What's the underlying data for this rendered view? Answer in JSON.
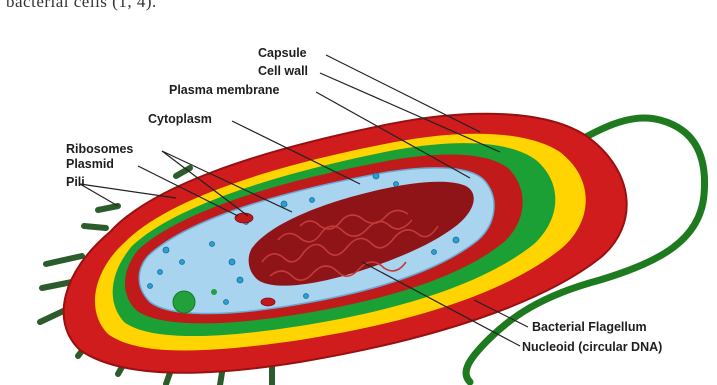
{
  "header": {
    "clipped_text": "bacterial cells (1, 4)."
  },
  "colors": {
    "capsule": "#d01c1c",
    "cell_wall": "#ffd400",
    "plasma_membrane": "#1aa034",
    "cytoplasm": "#a8d4ef",
    "nucleoid": "#8e1418",
    "flagellum": "#1e7a1e",
    "pili": "#2c5c2c",
    "leader_line": "#222222"
  },
  "labels": {
    "capsule": "Capsule",
    "cell_wall": "Cell wall",
    "plasma_membrane": "Plasma membrane",
    "cytoplasm": "Cytoplasm",
    "ribosomes": "Ribosomes",
    "plasmid": "Plasmid",
    "pili": "Pili",
    "flagellum": "Bacterial Flagellum",
    "nucleoid": "Nucleoid (circular DNA)"
  }
}
